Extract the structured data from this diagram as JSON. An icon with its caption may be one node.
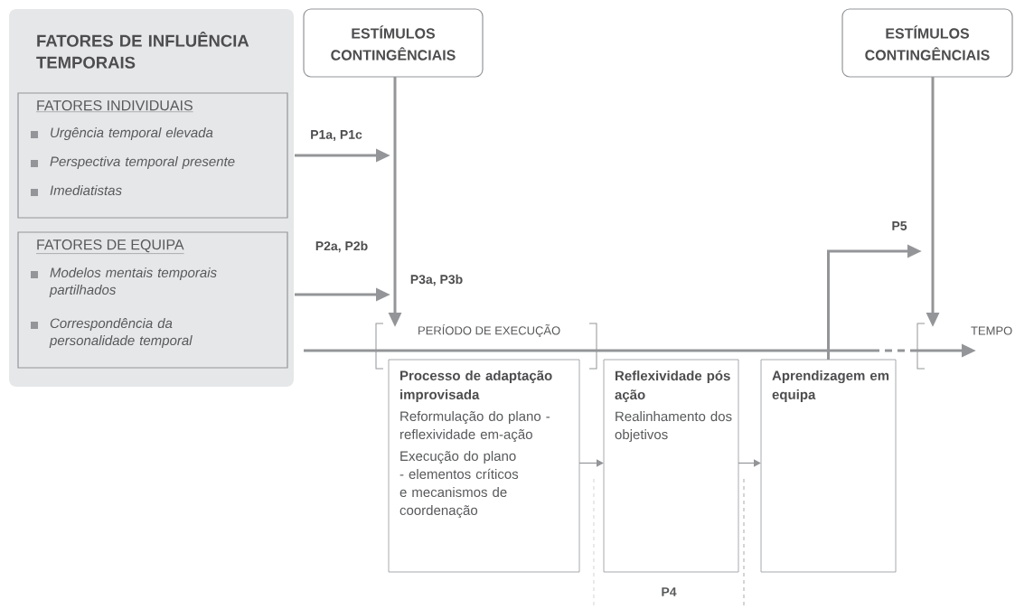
{
  "diagram": {
    "nodes": [
      {
        "text": [
          "FATORES DE INFLUÊNCIA TEMPORAIS"
        ]
      },
      {
        "text": [
          "FATORES INDIVIDUAIS",
          "Urgência temporal elevada",
          "Perspectiva temporal presente",
          "Imediatistas"
        ],
        "in": 0
      },
      {
        "text": [
          "FATORES DE EQUIPA",
          "Modelos mentais temporais partilhados",
          "Correspondência da personalidade temporal"
        ],
        "in": 0
      },
      {
        "text": [
          "ESTÍMULOS CONTINGÊNCIAIS"
        ]
      },
      {
        "text": [
          "ESTÍMULOS CONTINGÊNCIAIS"
        ]
      },
      {
        "text": [
          "Processo de adaptação improvisada",
          "Reformulação do plano - reflexividade em-ação",
          "Execução do plano - elementos críticos e mecanismos de coordenação"
        ]
      },
      {
        "text": [
          "Reflexividade pós ação",
          "Realinhamento dos objetivos"
        ]
      },
      {
        "text": [
          "Aprendizagem em equipa"
        ]
      }
    ],
    "edges": [
      {
        "from": 1,
        "to": null,
        "arrow": "to",
        "label": "P1a, P1c"
      },
      {
        "from": 2,
        "to": null,
        "arrow": "to",
        "label": "P2a, P2b"
      },
      {
        "from": 3,
        "to": null,
        "arrow": "to",
        "label": "P3a, P3b"
      },
      {
        "from": 5,
        "to": 6,
        "arrow": "to"
      },
      {
        "from": 6,
        "to": 7,
        "arrow": "to"
      },
      {
        "from": 7,
        "to": null,
        "arrow": "to",
        "label": "P5"
      },
      {
        "from": 4,
        "to": null,
        "arrow": "to"
      }
    ],
    "labels": [
      "PERÍODO DE EXECUÇÃO",
      "TEMPO",
      "P4"
    ]
  }
}
